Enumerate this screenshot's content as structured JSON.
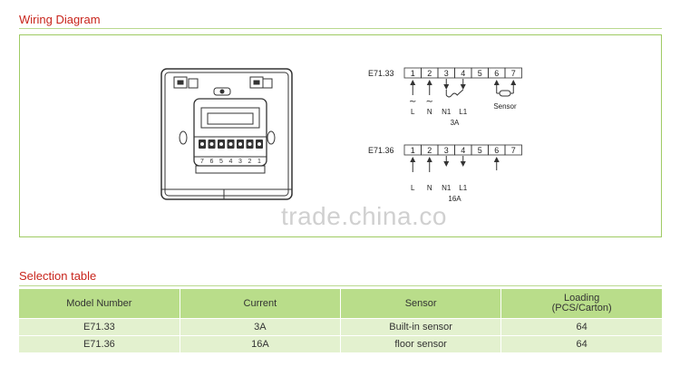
{
  "sections": {
    "wiring_title": "Wiring Diagram",
    "selection_title": "Selection table"
  },
  "diagram": {
    "e7133": {
      "model": "E71.33",
      "terminals": [
        "1",
        "2",
        "3",
        "4",
        "5",
        "6",
        "7"
      ],
      "labels": [
        "L",
        "N",
        "N1",
        "L1",
        "Sensor"
      ],
      "rating": "3A",
      "tilde": "~"
    },
    "e7136": {
      "model": "E71.36",
      "terminals": [
        "1",
        "2",
        "3",
        "4",
        "5",
        "6",
        "7"
      ],
      "labels": [
        "L",
        "N",
        "N1",
        "L1"
      ],
      "rating": "16A"
    },
    "device_terminals": [
      "7",
      "6",
      "5",
      "4",
      "3",
      "2",
      "1"
    ],
    "watermark": "trade.china.co"
  },
  "table": {
    "headers": [
      "Model Number",
      "Current",
      "Sensor",
      "Loading\n(PCS/Carton)"
    ],
    "rows": [
      [
        "E71.33",
        "3A",
        "Built-in sensor",
        "64"
      ],
      [
        "E71.36",
        "16A",
        "floor sensor",
        "64"
      ]
    ]
  },
  "colors": {
    "title_red": "#c8241b",
    "border_green": "#9fcb63",
    "header_green": "#b9dd8a",
    "row_green": "#e3f1cf"
  }
}
